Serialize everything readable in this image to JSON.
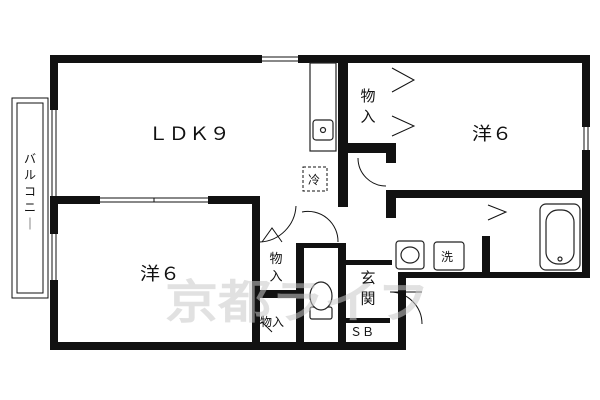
{
  "rooms": {
    "ldk": "ＬＤＫ９",
    "western_room_a": "洋６",
    "western_room_b": "洋６",
    "storage_top": "物入",
    "storage_middle": "物入",
    "storage_bottom": "物入",
    "entrance": "玄関",
    "shoe_box": "ＳＢ",
    "washing": "洗",
    "fridge": "冷",
    "balcony": "バルコニー"
  },
  "watermark": "京都ライフ"
}
